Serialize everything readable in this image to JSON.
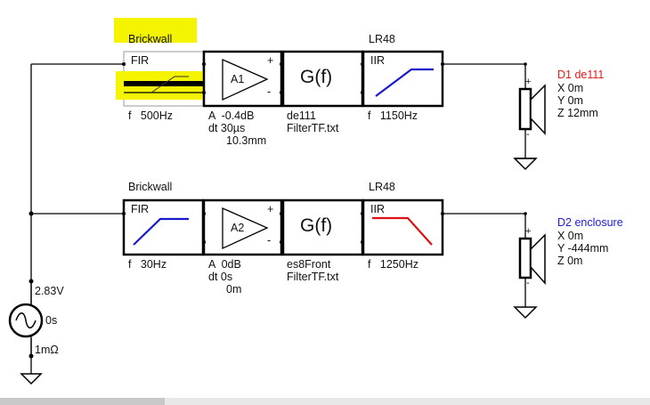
{
  "colors": {
    "highlight": "#f4f400",
    "blue": "#1a1acc",
    "red": "#dd1111",
    "driver1_label": "#e21a1a",
    "driver2_label": "#1a1ae0"
  },
  "channel1": {
    "group_fir": "Brickwall",
    "group_iir": "LR48",
    "fir": {
      "tag": "FIR",
      "param": "f   500Hz"
    },
    "amp": {
      "id": "A1",
      "plus": "+",
      "minus": "-",
      "gain": "A  -0.4dB",
      "delay": "dt 30µs",
      "distance": "10.3mm"
    },
    "tf": {
      "symbol": "G(f)",
      "name": "de111",
      "file": "FilterTF.txt"
    },
    "iir": {
      "tag": "IIR",
      "param": "f   1150Hz"
    },
    "driver": {
      "plus": "+",
      "minus": "-",
      "name": "D1 de111",
      "x": "X 0m",
      "y": "Y 0m",
      "z": "Z 12mm"
    }
  },
  "channel2": {
    "group_fir": "Brickwall",
    "group_iir": "LR48",
    "fir": {
      "tag": "FIR",
      "param": "f   30Hz"
    },
    "amp": {
      "id": "A2",
      "plus": "+",
      "minus": "-",
      "gain": "A  0dB",
      "delay": "dt 0s",
      "distance": "0m"
    },
    "tf": {
      "symbol": "G(f)",
      "name": "es8Front",
      "file": "FilterTF.txt"
    },
    "iir": {
      "tag": "IIR",
      "param": "f   1250Hz"
    },
    "driver": {
      "plus": "+",
      "minus": "-",
      "name": "D2 enclosure",
      "x": "X 0m",
      "y": "Y -444mm",
      "z": "Z 0m"
    }
  },
  "source": {
    "voltage": "2.83V",
    "delay": "0s",
    "impedance": "1mΩ"
  }
}
